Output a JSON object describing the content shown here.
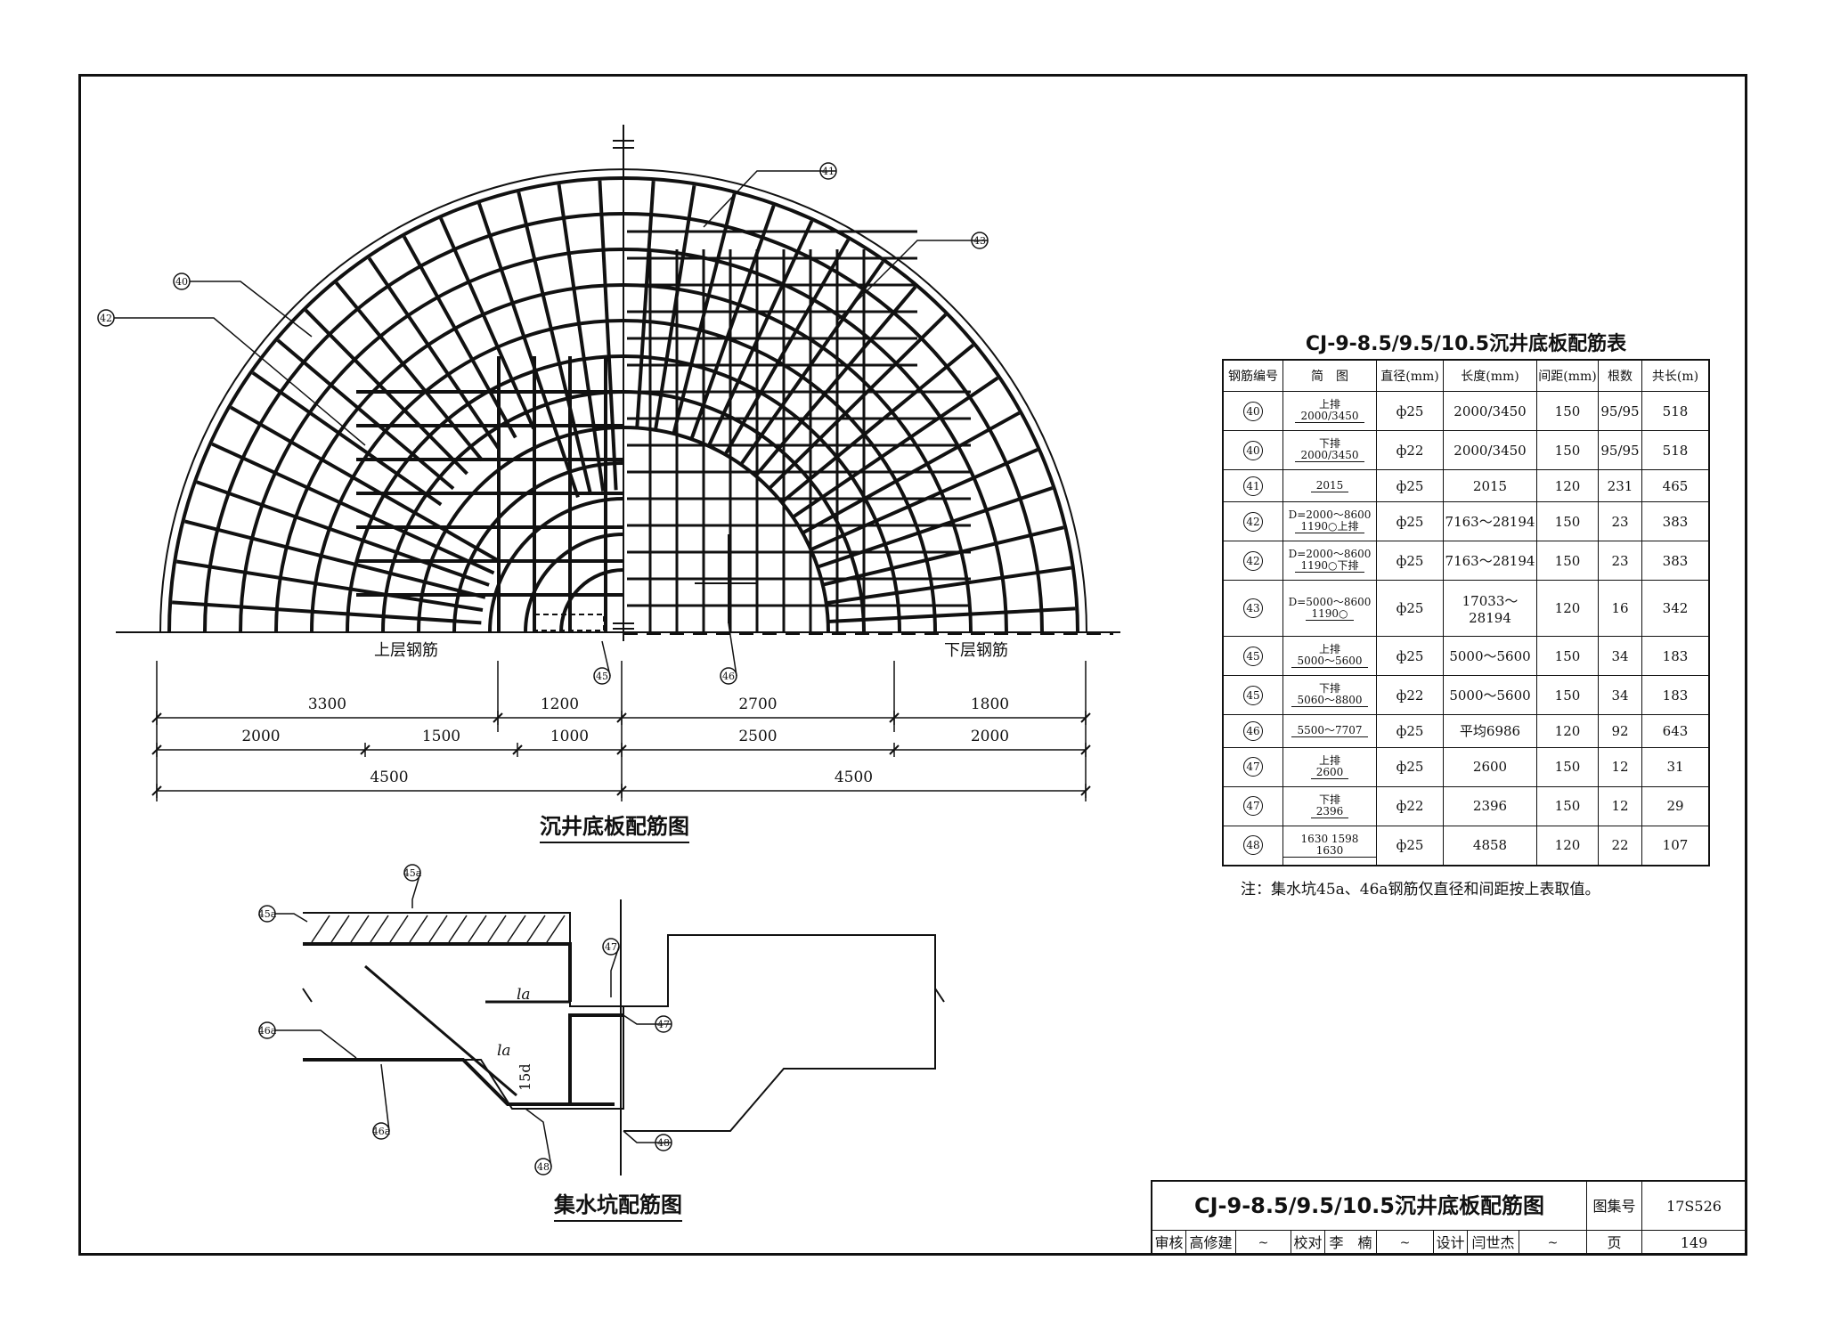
{
  "drawing": {
    "plan_caption": "沉井底板配筋图",
    "sump_caption": "集水坑配筋图",
    "upper_label": "上层钢筋",
    "lower_label": "下层钢筋",
    "dimensions": {
      "row1": [
        "3300",
        "1200",
        "2700",
        "1800"
      ],
      "row2": [
        "2000",
        "1500",
        "1000",
        "2500",
        "2000"
      ],
      "row3": [
        "4500",
        "4500"
      ]
    },
    "callouts": [
      "40",
      "42",
      "41",
      "43",
      "45",
      "46"
    ],
    "sump_callouts": [
      "45a",
      "45a",
      "46a",
      "46a",
      "47",
      "47",
      "48",
      "48"
    ],
    "sump_labels": {
      "la": "la",
      "d15": "15d"
    }
  },
  "table": {
    "title": "CJ-9-8.5/9.5/10.5沉井底板配筋表",
    "headers": [
      "钢筋编号",
      "简　图",
      "直径(mm)",
      "长度(mm)",
      "间距(mm)",
      "根数",
      "共长(m)"
    ],
    "rows": [
      {
        "no": "40",
        "sketch_top": "上排",
        "sketch_main": "2000/3450",
        "dia": "ф25",
        "len": "2000/3450",
        "spacing": "150",
        "count": "95/95",
        "total": "518"
      },
      {
        "no": "40",
        "sketch_top": "下排",
        "sketch_main": "2000/3450",
        "dia": "ф22",
        "len": "2000/3450",
        "spacing": "150",
        "count": "95/95",
        "total": "518"
      },
      {
        "no": "41",
        "sketch_top": "",
        "sketch_main": "2015",
        "dia": "ф25",
        "len": "2015",
        "spacing": "120",
        "count": "231",
        "total": "465"
      },
      {
        "no": "42",
        "sketch_top": "D=2000～8600",
        "sketch_main": "1190○上排",
        "dia": "ф25",
        "len": "7163～28194",
        "spacing": "150",
        "count": "23",
        "total": "383"
      },
      {
        "no": "42",
        "sketch_top": "D=2000～8600",
        "sketch_main": "1190○下排",
        "dia": "ф25",
        "len": "7163～28194",
        "spacing": "150",
        "count": "23",
        "total": "383"
      },
      {
        "no": "43",
        "sketch_top": "D=5000～8600",
        "sketch_main": "1190○",
        "dia": "ф25",
        "len": "17033～28194",
        "spacing": "120",
        "count": "16",
        "total": "342"
      },
      {
        "no": "45",
        "sketch_top": "上排",
        "sketch_main": "5000～5600",
        "dia": "ф25",
        "len": "5000～5600",
        "spacing": "150",
        "count": "34",
        "total": "183"
      },
      {
        "no": "45",
        "sketch_top": "下排",
        "sketch_main": "5060～8800",
        "dia": "ф22",
        "len": "5000～5600",
        "spacing": "150",
        "count": "34",
        "total": "183"
      },
      {
        "no": "46",
        "sketch_top": "",
        "sketch_main": "5500～7707",
        "dia": "ф25",
        "len": "平均6986",
        "spacing": "120",
        "count": "92",
        "total": "643"
      },
      {
        "no": "47",
        "sketch_top": "上排",
        "sketch_main": "2600",
        "dia": "ф25",
        "len": "2600",
        "spacing": "150",
        "count": "12",
        "total": "31"
      },
      {
        "no": "47",
        "sketch_top": "下排",
        "sketch_main": "2396",
        "dia": "ф22",
        "len": "2396",
        "spacing": "150",
        "count": "12",
        "total": "29"
      },
      {
        "no": "48",
        "sketch_top": "",
        "sketch_main": "1630 1598 1630",
        "dia": "ф25",
        "len": "4858",
        "spacing": "120",
        "count": "22",
        "total": "107"
      }
    ],
    "note": "注：集水坑45a、46a钢筋仅直径和间距按上表取值。"
  },
  "title_block": {
    "title": "CJ-9-8.5/9.5/10.5沉井底板配筋图",
    "atlas_label": "图集号",
    "atlas_no": "17S526",
    "review_label": "审核",
    "reviewer": "高修建",
    "check_label": "校对",
    "checker": "李　楠",
    "design_label": "设计",
    "designer": "闫世杰",
    "page_label": "页",
    "page_no": "149"
  }
}
